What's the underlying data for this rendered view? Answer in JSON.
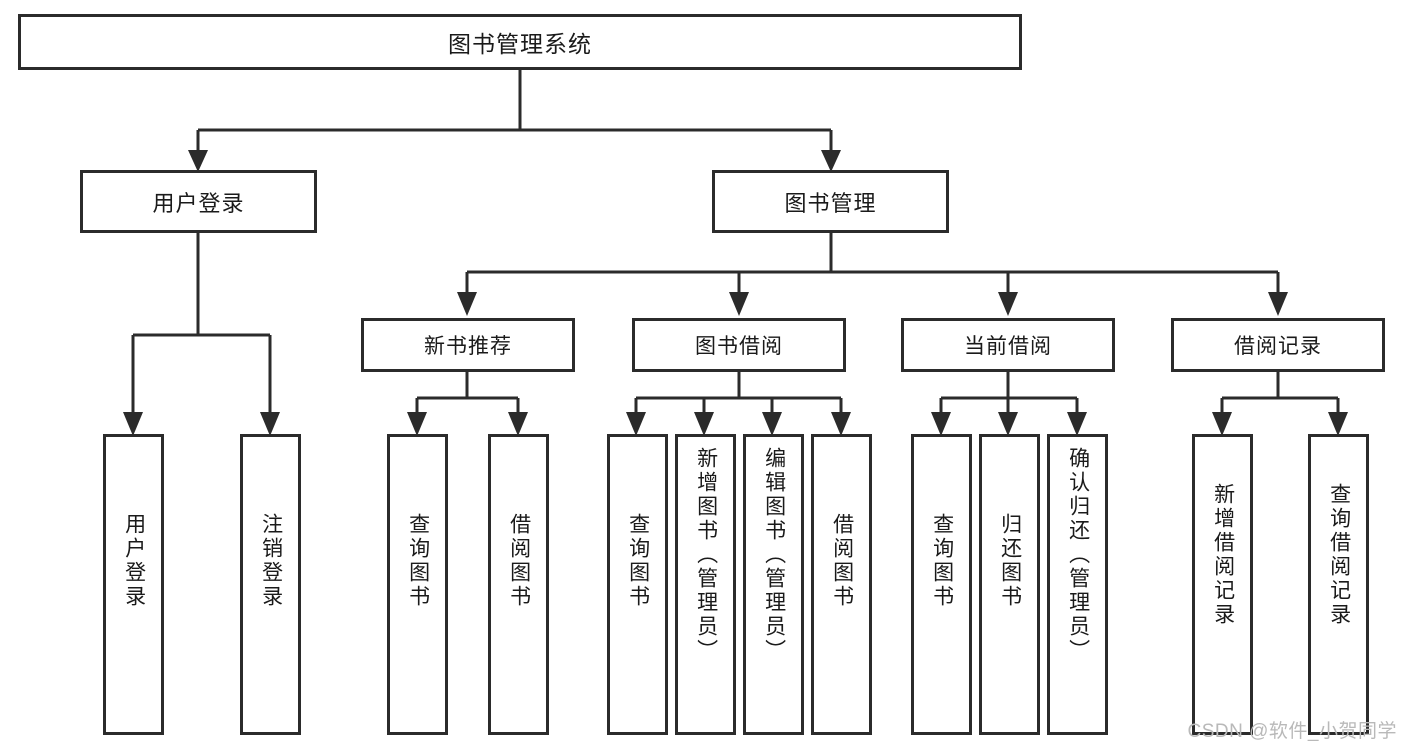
{
  "diagram": {
    "title": "图书管理系统",
    "watermark": "CSDN @软件_小贺同学",
    "root": {
      "label": "图书管理系统"
    },
    "level1": [
      {
        "label": "用户登录"
      },
      {
        "label": "图书管理"
      }
    ],
    "level2": [
      {
        "label": "新书推荐"
      },
      {
        "label": "图书借阅"
      },
      {
        "label": "当前借阅"
      },
      {
        "label": "借阅记录"
      }
    ],
    "leaves": {
      "user_login": [
        {
          "label": "用户登录"
        },
        {
          "label": "注销登录"
        }
      ],
      "new_book_recommend": [
        {
          "label": "查询图书"
        },
        {
          "label": "借阅图书"
        }
      ],
      "book_borrow": [
        {
          "label": "查询图书"
        },
        {
          "label": "新增图书（管理员）"
        },
        {
          "label": "编辑图书（管理员）"
        },
        {
          "label": "借阅图书"
        }
      ],
      "current_borrow": [
        {
          "label": "查询图书"
        },
        {
          "label": "归还图书"
        },
        {
          "label": "确认归还（管理员）"
        }
      ],
      "borrow_record": [
        {
          "label": "新增借阅记录"
        },
        {
          "label": "查询借阅记录"
        }
      ]
    }
  },
  "colors": {
    "stroke": "#2b2b2b",
    "text": "#1a1a1a",
    "background": "#ffffff",
    "watermark": "#b9b9b9"
  }
}
